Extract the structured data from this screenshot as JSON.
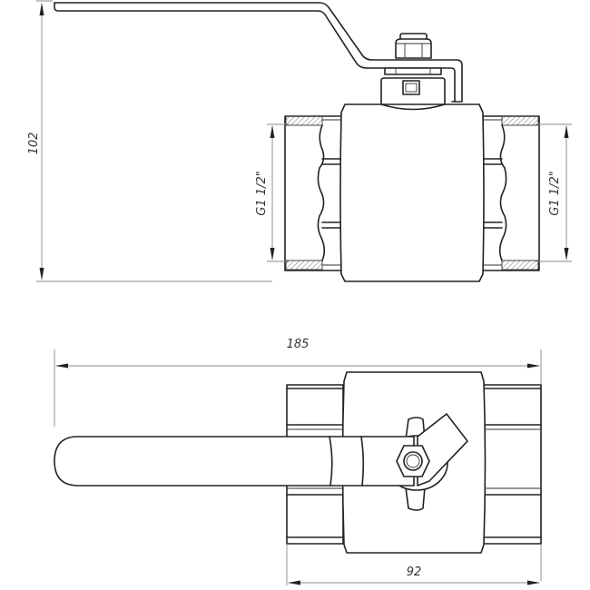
{
  "drawing": {
    "title": "Ball valve technical drawing",
    "colors": {
      "line": "#222222",
      "dimension": "#888888",
      "background": "#ffffff"
    },
    "views": [
      {
        "id": "front-view",
        "description": "Side elevation with handle, stem nut, body, threaded ends (hatched)"
      },
      {
        "id": "top-view",
        "description": "Plan view with handle, hex nut and stop lug"
      }
    ],
    "dimensions": {
      "height": {
        "value": "102",
        "orientation": "vertical"
      },
      "thread_left": {
        "value": "G1 1/2\"",
        "orientation": "vertical"
      },
      "thread_right": {
        "value": "G1 1/2\"",
        "orientation": "vertical"
      },
      "overall_length": {
        "value": "185",
        "orientation": "horizontal"
      },
      "body_length": {
        "value": "92",
        "orientation": "horizontal"
      }
    }
  }
}
